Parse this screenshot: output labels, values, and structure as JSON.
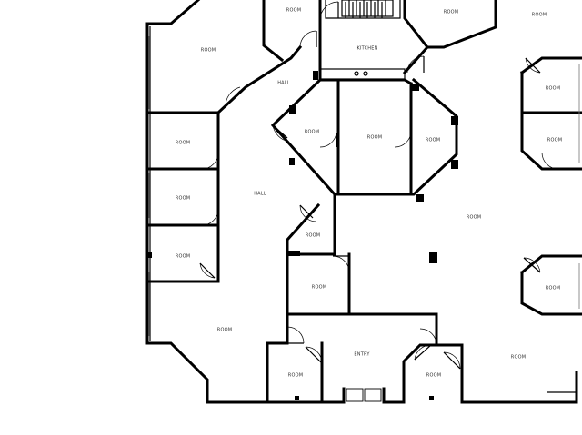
{
  "rooms": [
    "ROOM",
    "ROOM",
    "KITCHEN",
    "ROOM",
    "ROOM",
    "HALL",
    "ROOM",
    "ROOM",
    "ROOM",
    "ROOM",
    "ROOM",
    "ROOM",
    "HALL",
    "ROOM",
    "ROOM",
    "ROOM",
    "ROOM",
    "ROOM",
    "ROOM",
    "ROOM",
    "ENTRY",
    "ROOM",
    "ROOM",
    "ROOM"
  ]
}
